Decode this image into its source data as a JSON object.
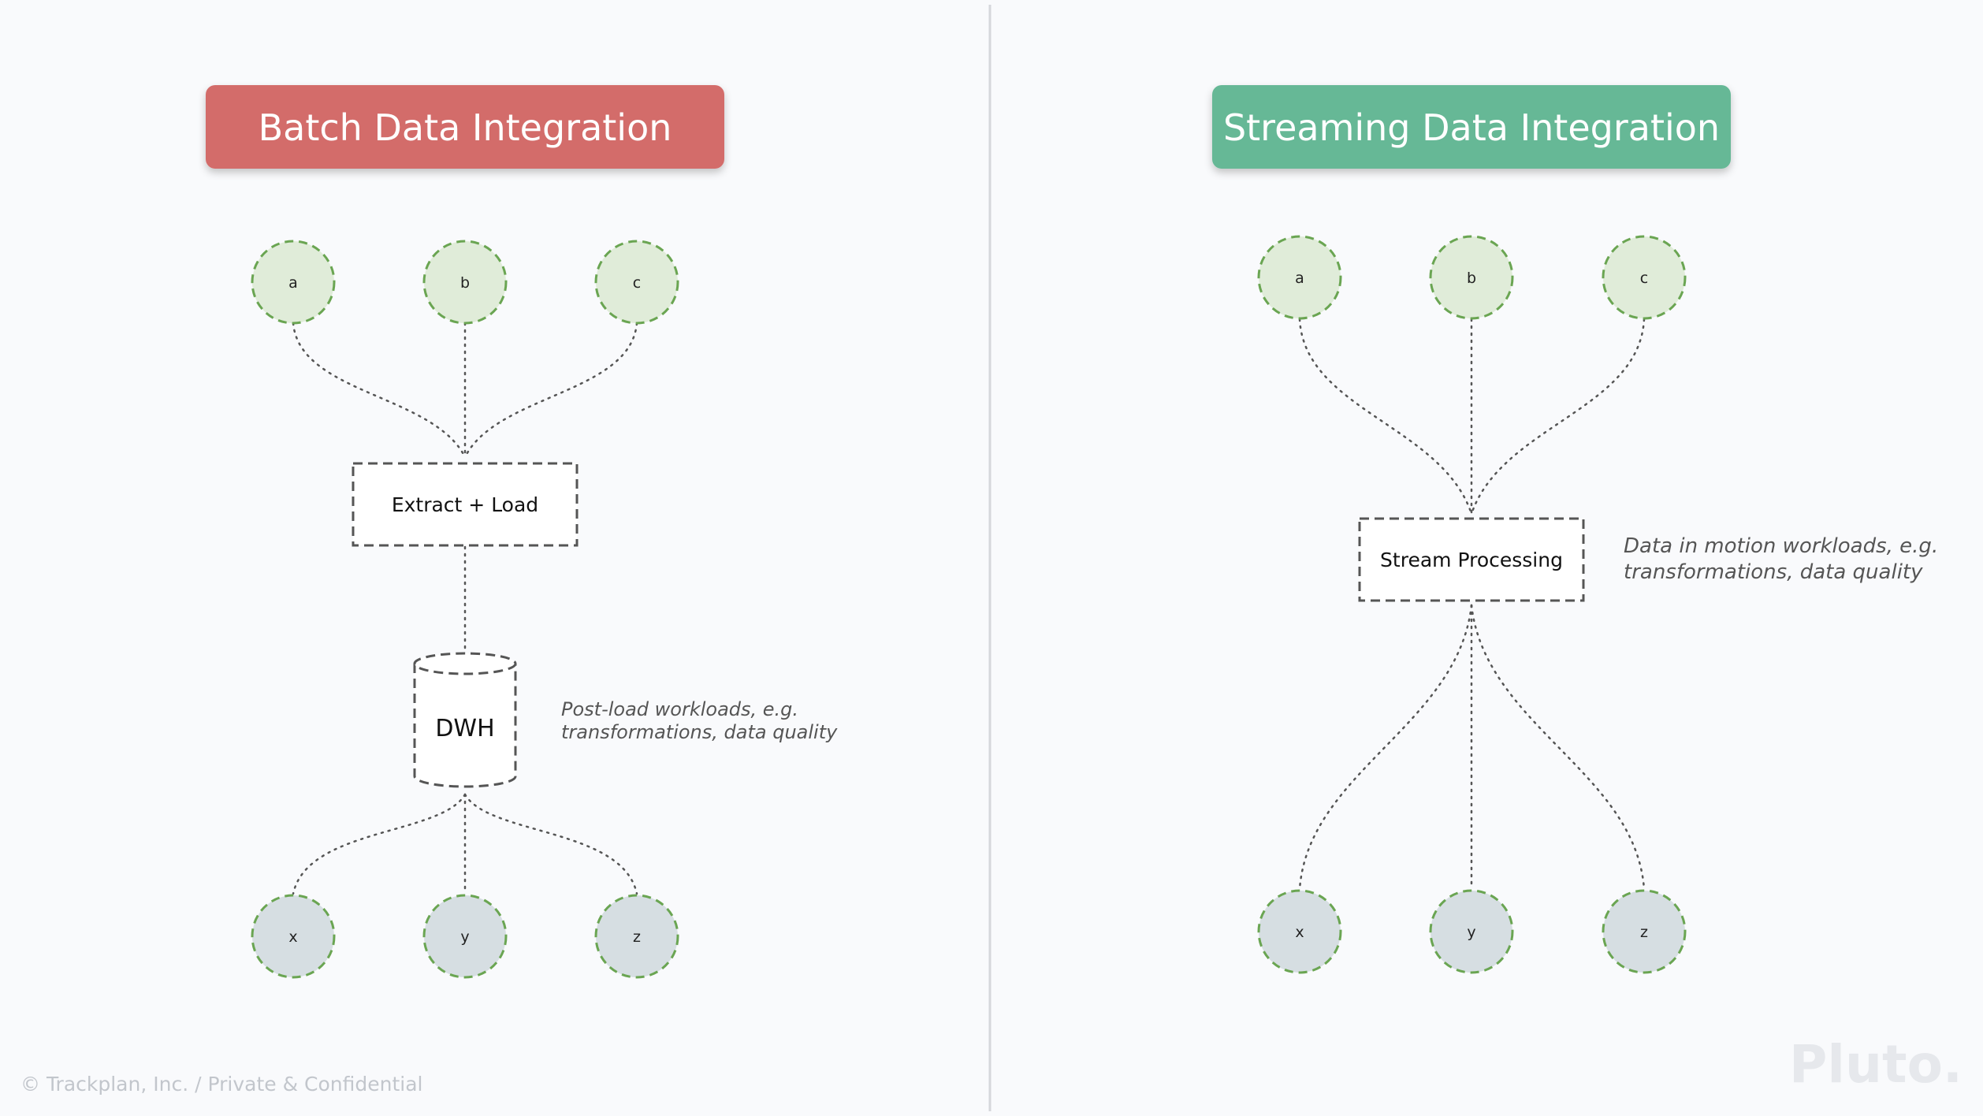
{
  "batch": {
    "title": "Batch Data Integration",
    "sources": [
      "a",
      "b",
      "c"
    ],
    "process_label": "Extract + Load",
    "store_label": "DWH",
    "note_line1": "Post-load workloads, e.g.",
    "note_line2": "transformations, data quality",
    "targets": [
      "x",
      "y",
      "z"
    ]
  },
  "streaming": {
    "title": "Streaming Data Integration",
    "sources": [
      "a",
      "b",
      "c"
    ],
    "process_label": "Stream Processing",
    "note_line1": "Data in motion workloads, e.g.",
    "note_line2": "transformations, data quality",
    "targets": [
      "x",
      "y",
      "z"
    ]
  },
  "footer": {
    "copyright": "© Trackplan, Inc.  / Private & Confidential",
    "logo": "Pluto."
  },
  "colors": {
    "batch_title_bg": "#d36c6a",
    "streaming_title_bg": "#66b896",
    "source_fill": "#e0ecd9",
    "target_fill": "#d6dee2",
    "node_stroke": "#6aa552"
  }
}
